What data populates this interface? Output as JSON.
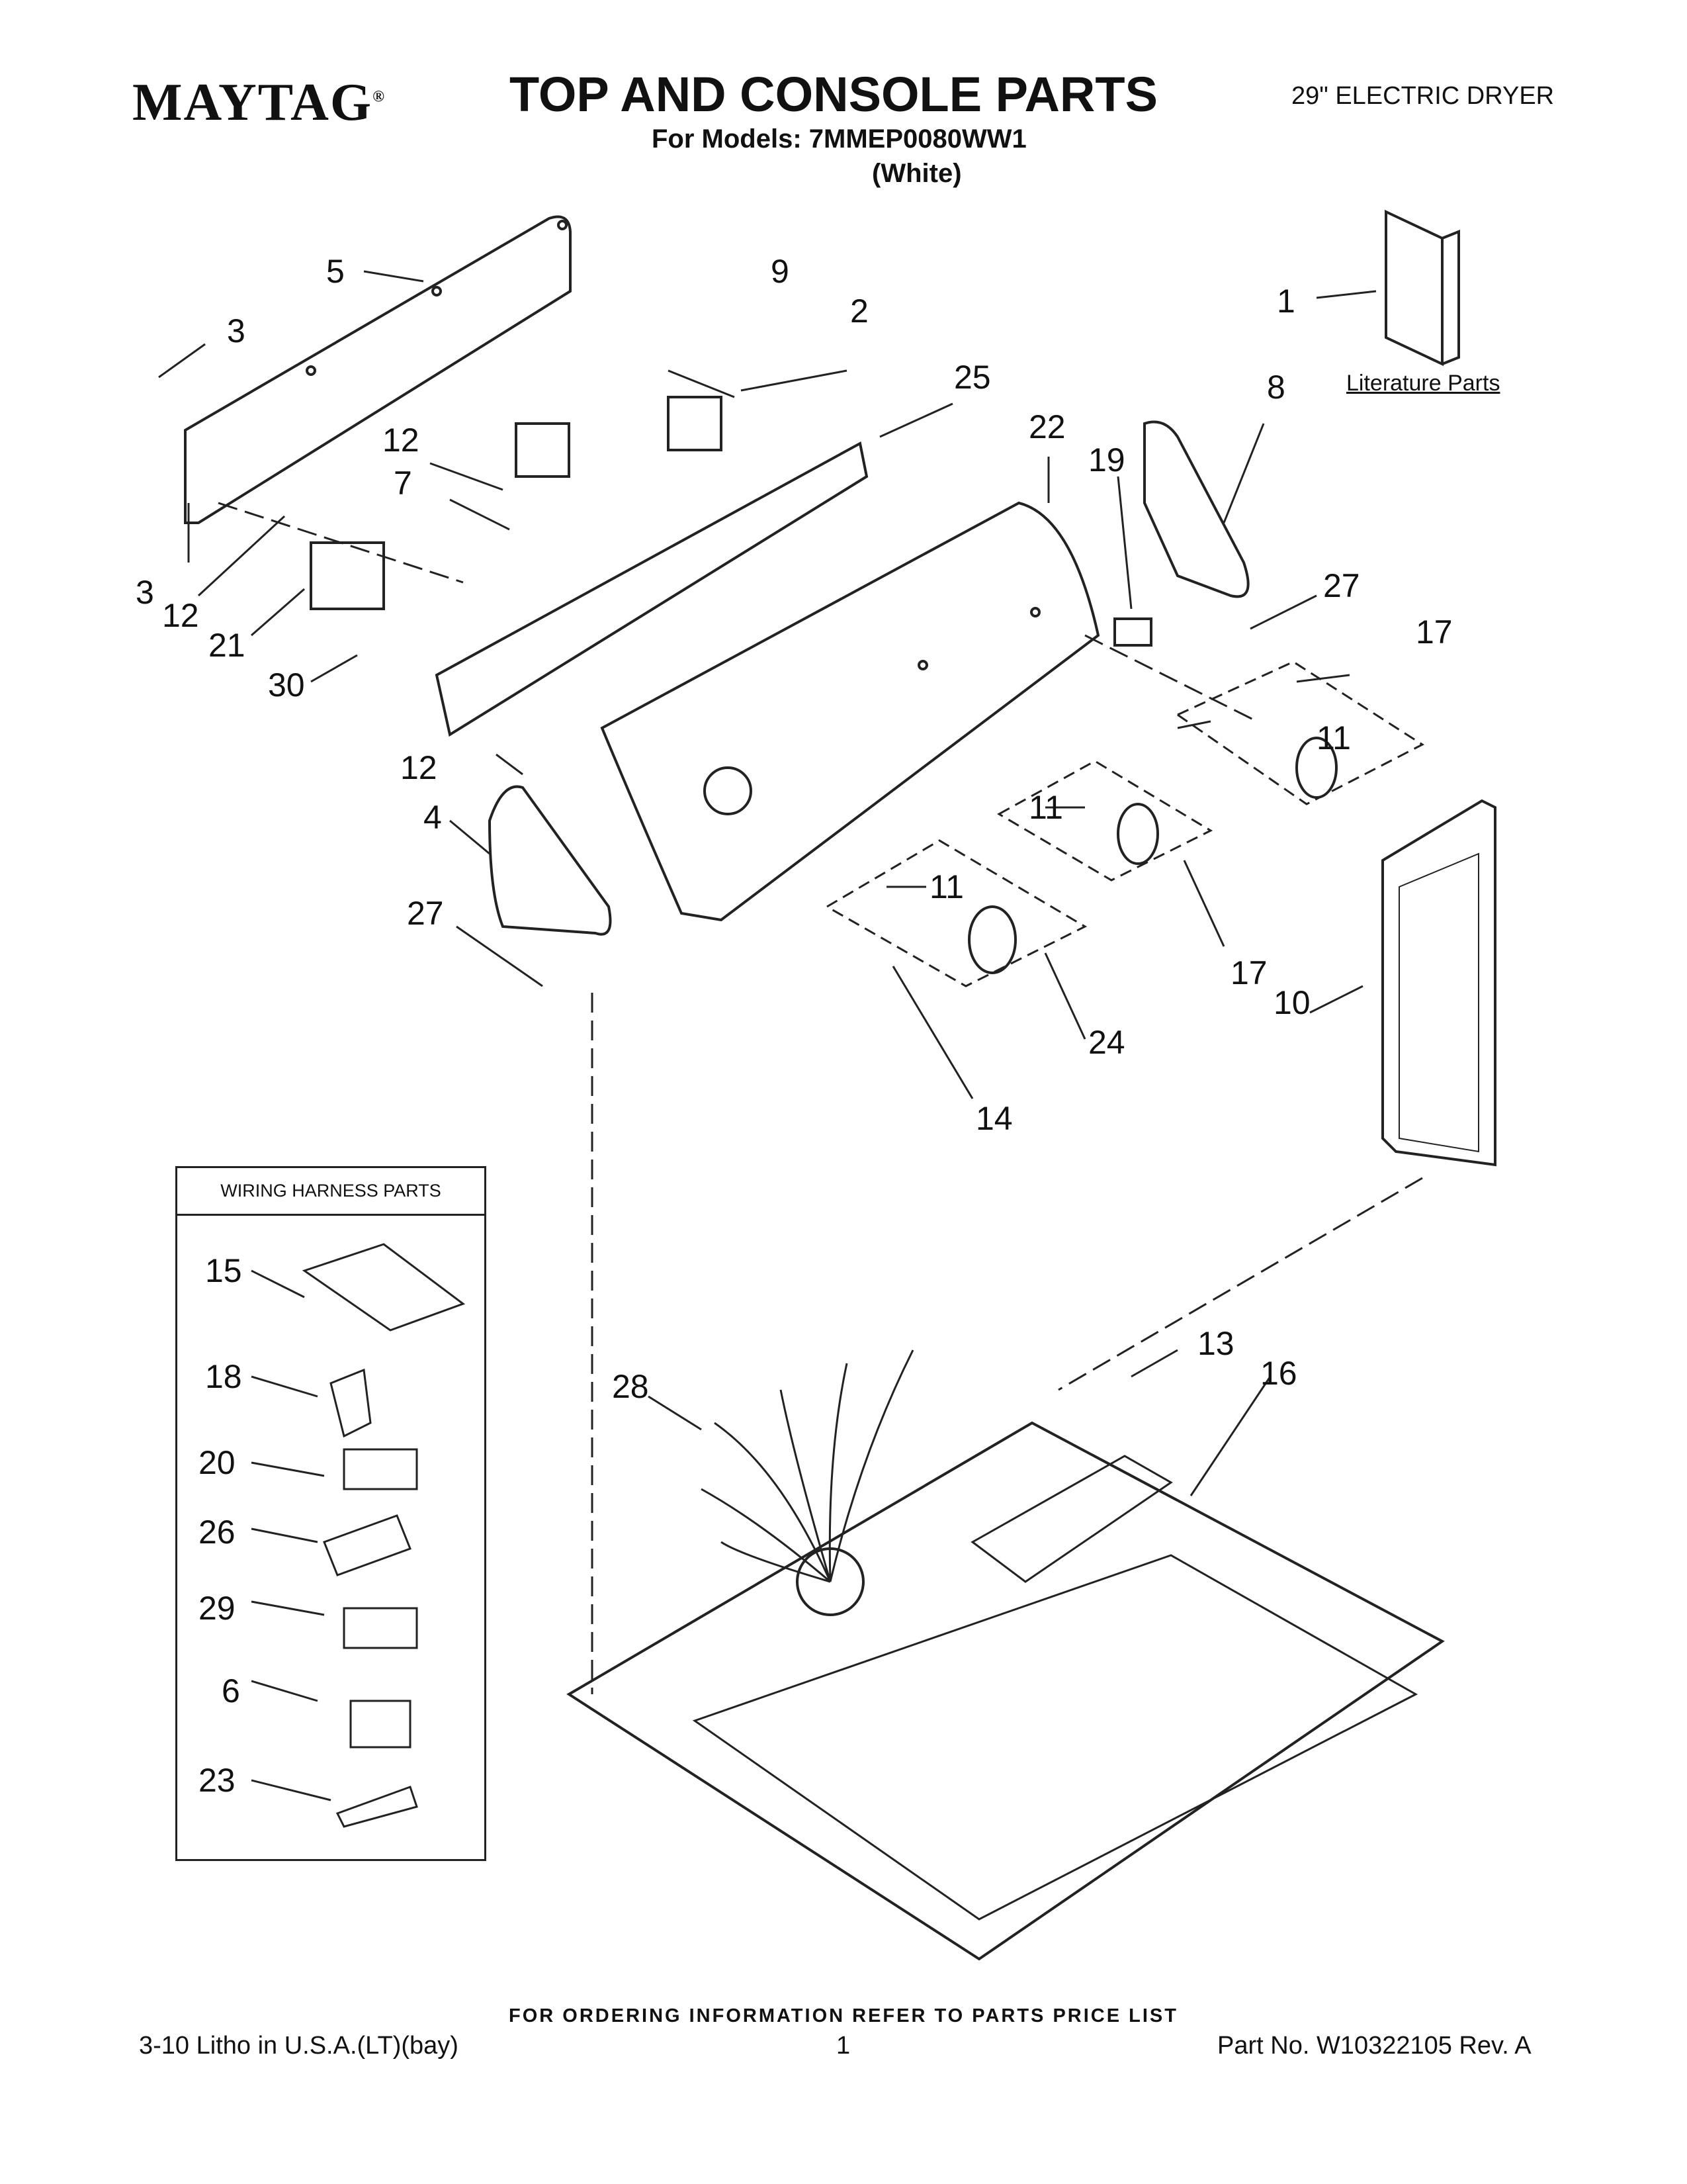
{
  "header": {
    "brand": "MAYTAG",
    "brand_mark": "®",
    "title": "TOP AND CONSOLE PARTS",
    "product": "29\" ELECTRIC DRYER",
    "models": "For Models: 7MMEP0080WW1",
    "color": "(White)"
  },
  "literature_label": "Literature Parts",
  "harness_box_title": "WIRING HARNESS PARTS",
  "callouts": {
    "c5": "5",
    "c9": "9",
    "c2": "2",
    "c25": "25",
    "c3a": "3",
    "c3b": "3",
    "c12a": "12",
    "c7": "7",
    "c12b": "12",
    "c21": "21",
    "c30": "30",
    "c12c": "12",
    "c4": "4",
    "c27a": "27",
    "c22": "22",
    "c19": "19",
    "c8": "8",
    "c1": "1",
    "c27b": "27",
    "c17a": "17",
    "c11a": "11",
    "c11b": "11",
    "c11c": "11",
    "c17b": "17",
    "c10": "10",
    "c24": "24",
    "c14": "14",
    "c15": "15",
    "c18": "18",
    "c20": "20",
    "c26": "26",
    "c29": "29",
    "c6": "6",
    "c23": "23",
    "c28": "28",
    "c13": "13",
    "c16": "16"
  },
  "footer": {
    "note": "FOR ORDERING INFORMATION REFER TO PARTS PRICE LIST",
    "litho": "3-10 Litho in U.S.A.(LT)(bay)",
    "page": "1",
    "part_no": "Part No. W10322105 Rev. A"
  }
}
